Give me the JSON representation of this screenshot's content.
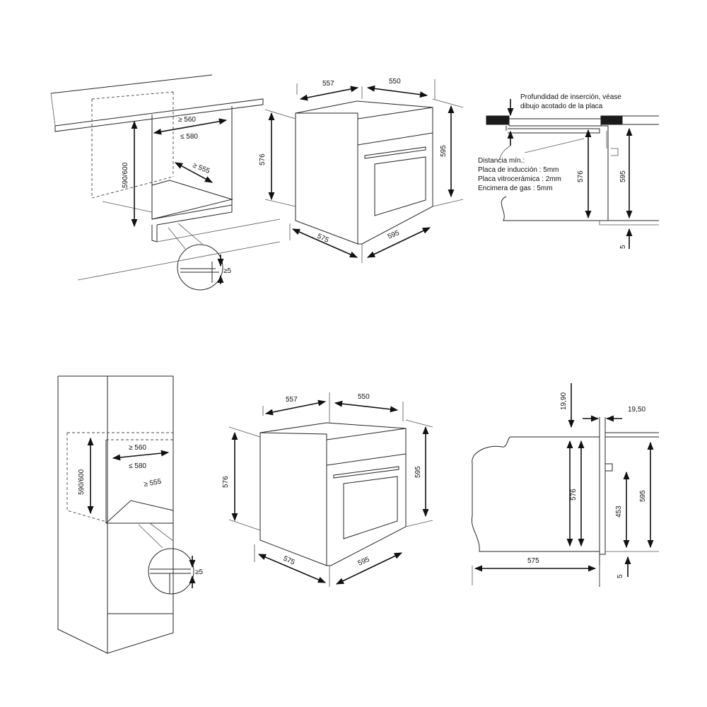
{
  "top_row": {
    "under_counter": {
      "width_min": "≥ 560",
      "width_max": "≤ 580",
      "depth_min": "≥ 555",
      "height": "590/600",
      "gap": "≥5"
    },
    "oven": {
      "depth_body": "557",
      "depth_front": "550",
      "height_body": "576",
      "height_front": "595",
      "width_side": "575",
      "width_front": "595"
    },
    "section": {
      "note_insertion_line1": "Profundidad de inserción, véase",
      "note_insertion_line2": "dibujo acotado de la placa",
      "distance_title": "Distancia mín.:",
      "induction": "Placa de inducción : 5mm",
      "ceramic": "Placa vitrocerámica : 2mm",
      "gas": "Encimera de gas : 5mm",
      "height_576": "576",
      "height_595": "595",
      "gap_5": "5"
    }
  },
  "bottom_row": {
    "tall_unit": {
      "width_min": "≥ 560",
      "width_max": "≤ 580",
      "depth_min": "≥ 555",
      "height": "590/600",
      "gap": "≥5"
    },
    "oven": {
      "depth_body": "557",
      "depth_front": "550",
      "height_body": "576",
      "height_front": "595",
      "width_side": "575",
      "width_front": "595"
    },
    "side_profile": {
      "top_offset": "19,90",
      "front_thickness": "19,50",
      "height_576": "576",
      "height_453": "453",
      "height_595": "595",
      "depth_575": "575",
      "gap_5": "5"
    }
  },
  "colors": {
    "line": "#262626",
    "arrow": "#111111",
    "background": "#ffffff"
  }
}
